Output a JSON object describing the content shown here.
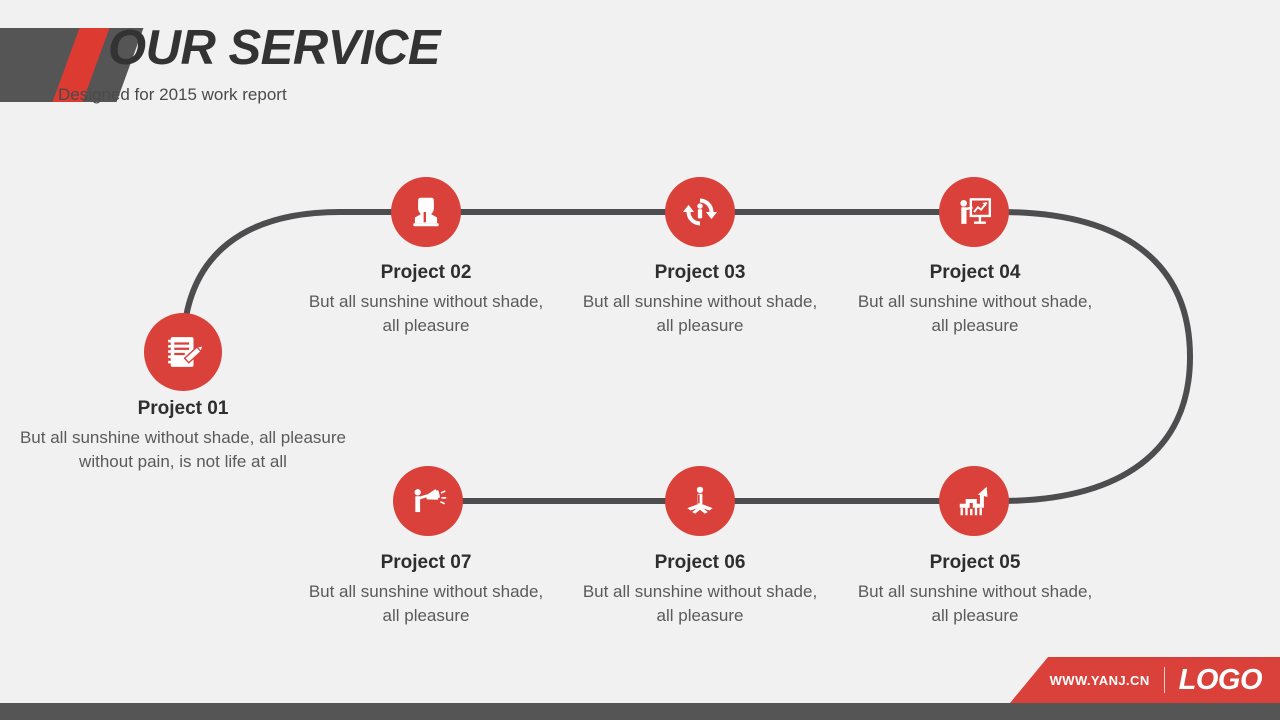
{
  "header": {
    "title": "OUR SERVICE",
    "subtitle": "Designed for 2015 work report",
    "accent_red": "#dd3b32",
    "accent_gray": "#555556"
  },
  "diagram": {
    "node_color": "#d9413a",
    "track_color": "#4d4d4f",
    "nodes": [
      {
        "id": "project-01",
        "title": "Project 01",
        "desc": "But all sunshine without shade, all pleasure without pain, is not life at all",
        "icon": "notepad-pencil-icon"
      },
      {
        "id": "project-02",
        "title": "Project 02",
        "desc": "But all sunshine without shade, all pleasure",
        "icon": "person-laptop-icon"
      },
      {
        "id": "project-03",
        "title": "Project 03",
        "desc": "But all sunshine without shade, all pleasure",
        "icon": "person-recycle-arrows-icon"
      },
      {
        "id": "project-04",
        "title": "Project 04",
        "desc": "But all sunshine without shade, all pleasure",
        "icon": "presenter-chart-board-icon"
      },
      {
        "id": "project-05",
        "title": "Project 05",
        "desc": "But all sunshine without shade, all pleasure",
        "icon": "growth-chart-arrow-icon"
      },
      {
        "id": "project-06",
        "title": "Project 06",
        "desc": "But all sunshine without shade, all pleasure",
        "icon": "person-crossroads-icon"
      },
      {
        "id": "project-07",
        "title": "Project 07",
        "desc": "But all sunshine without shade, all pleasure",
        "icon": "person-megaphone-icon"
      }
    ]
  },
  "footer": {
    "url": "WWW.YANJ.CN",
    "logo": "LOGO",
    "bar_color": "#555556",
    "panel_color": "#d9413a"
  }
}
